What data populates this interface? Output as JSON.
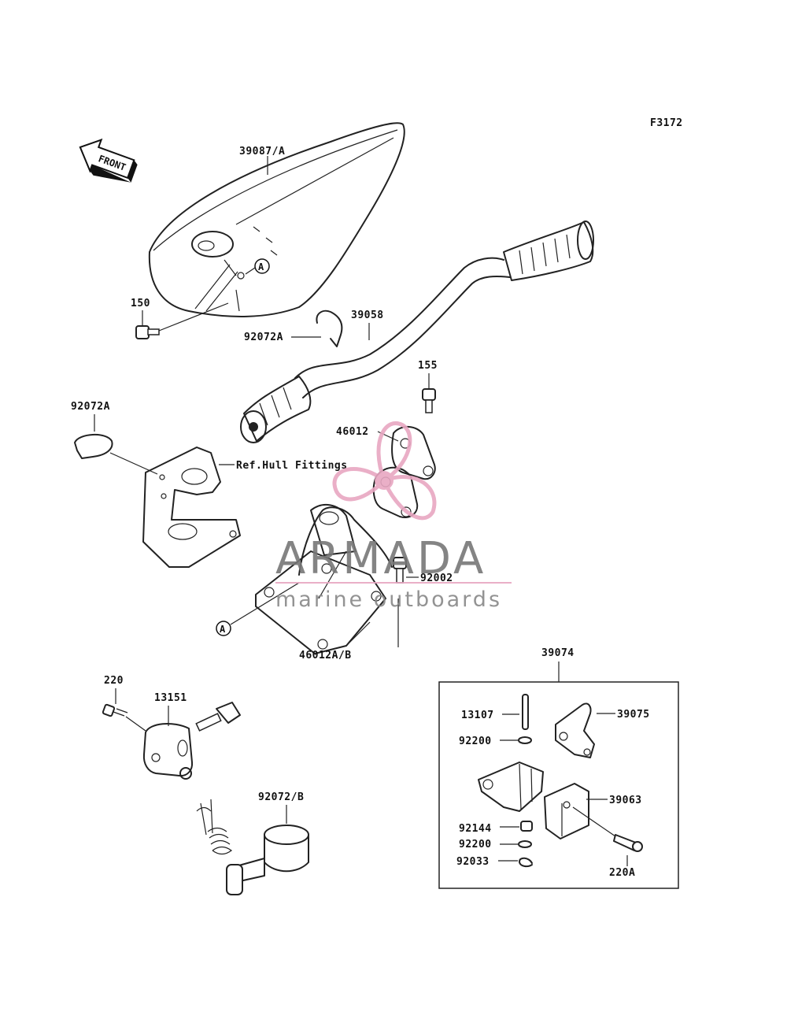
{
  "figure_code": "F3172",
  "front_label": "FRONT",
  "callout_letter": "A",
  "parts": {
    "handle_pad": "39087/A",
    "bolt_150": "150",
    "handlebar": "39058",
    "clamp_handlebar": "92072A",
    "clamp_left": "92072A",
    "bolt_155": "155",
    "holder": "46012",
    "ref_hull": "Ref.Hull Fittings",
    "bolt_92002": "92002",
    "holder_ab": "46012A/B",
    "bolt_220": "220",
    "switch_13151": "13151",
    "clamp_b": "92072/B",
    "lever_assy": "39074",
    "pin_13107": "13107",
    "lever_39075": "39075",
    "washer_top": "92200",
    "cover_39063": "39063",
    "spring_92144": "92144",
    "washer_bottom": "92200",
    "circlip_92033": "92033",
    "screw_220a": "220A"
  },
  "watermark": {
    "brand": "ARMADA",
    "tagline": "marine outboards",
    "accent_color": "#e8a7c2"
  }
}
